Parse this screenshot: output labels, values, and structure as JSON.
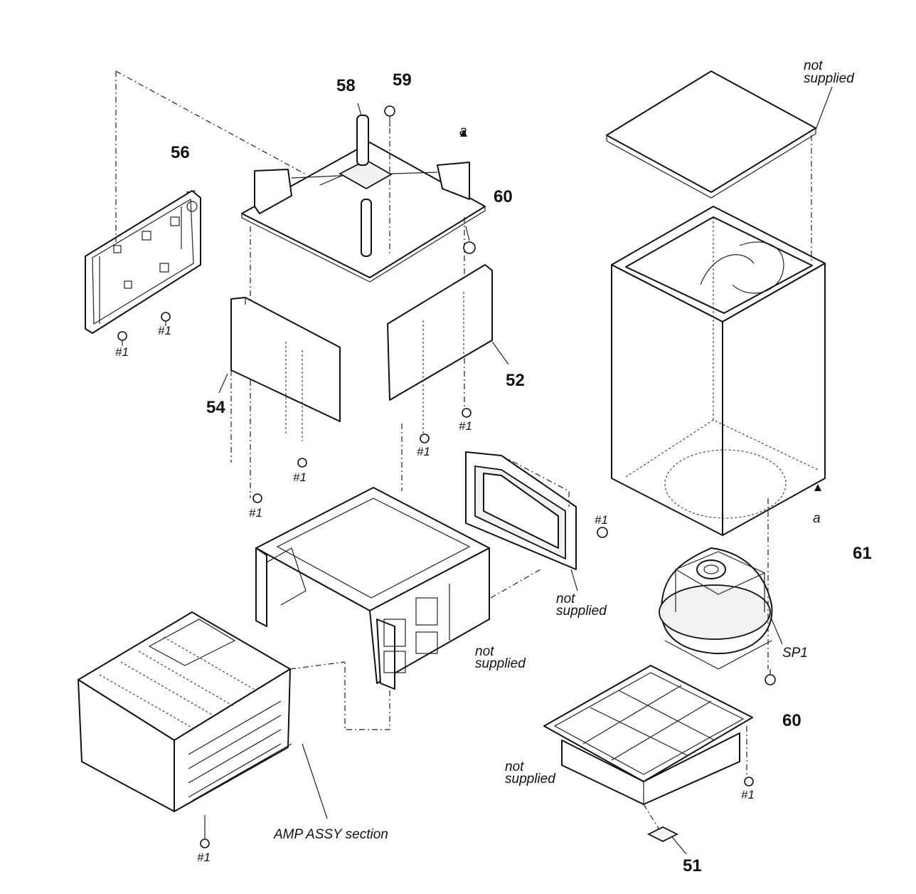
{
  "parts": {
    "p51": "51",
    "p52": "52",
    "p54": "54",
    "p56": "56",
    "p58": "58",
    "p59": "59",
    "p60": "60",
    "p61": "61",
    "sp1": "SP1"
  },
  "labels": {
    "not_supplied_line1": "not",
    "not_supplied_line2": "supplied",
    "amp_assy": "AMP ASSY section",
    "screw_ref": "#1",
    "marker_a": "a"
  },
  "icons": {
    "screw": "screw-icon"
  }
}
